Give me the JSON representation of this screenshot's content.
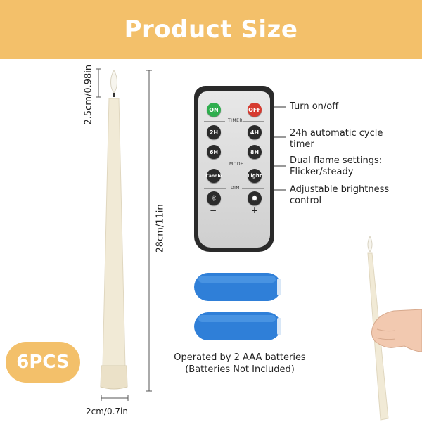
{
  "header": {
    "title": "Product Size"
  },
  "dimensions": {
    "flame": "2.5cm/0.98in",
    "height": "28cm/11in",
    "base": "2cm/0.7in"
  },
  "remote": {
    "on_label": "ON",
    "off_label": "OFF",
    "timer_label": "TIMER",
    "mode_label": "MODE",
    "dim_label": "DIM",
    "btn_2h": "2H",
    "btn_4h": "4H",
    "btn_6h": "6H",
    "btn_8h": "8H",
    "btn_candle": "Candle",
    "btn_light": "Light",
    "minus": "−",
    "plus": "+"
  },
  "callouts": {
    "power": "Turn on/off",
    "timer_line1": "24h automatic cycle",
    "timer_line2": "timer",
    "flame_line1": "Dual flame settings:",
    "flame_line2": "Flicker/steady",
    "bright_line1": "Adjustable brightness",
    "bright_line2": "control"
  },
  "badge": {
    "text": "6PCS"
  },
  "caption": {
    "line1": "Operated by 2 AAA batteries",
    "line2": "(Batteries Not Included)"
  },
  "colors": {
    "accent": "#f3c06a",
    "candle": "#f1ead6",
    "battery": "#2f7fd8",
    "on_button": "#2fae4e",
    "off_button": "#d63a2f"
  }
}
